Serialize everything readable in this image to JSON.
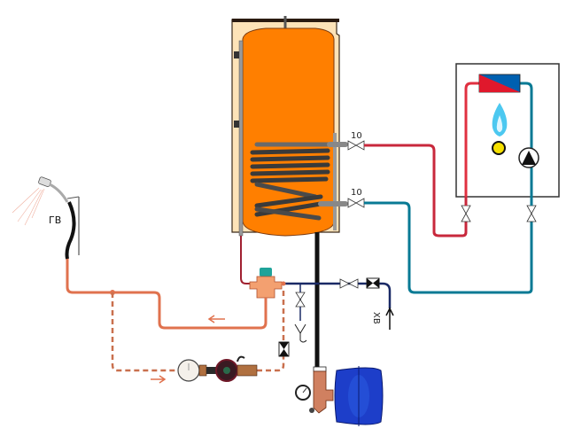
{
  "diagram": {
    "type": "plumbing-schematic",
    "labels": {
      "shower": "ГВ",
      "cold_inlet": "ХВ",
      "coil_upper_valve": "10",
      "coil_lower_valve": "10"
    },
    "colors": {
      "tank": "#ff7f00",
      "tank_shell": "#fde3b8",
      "hot_supply": "#c8283c",
      "return": "#087a94",
      "cold_water": "#1a2a66",
      "dhw": "#e0724e",
      "expansion_vessel": "#1d3ec9",
      "boiler_outline": "#333333",
      "flame": "#4cc8f0",
      "burner": "#f5e000"
    },
    "components": [
      "storage-tank",
      "heating-coil",
      "gas-boiler",
      "heat-exchanger",
      "burner-flame",
      "circulation-pump",
      "shower-head",
      "mixing-valve",
      "recirculation-pump",
      "pressure-gauge",
      "expansion-vessel",
      "drain-valve",
      "check-valve",
      "shutoff-valve"
    ]
  }
}
